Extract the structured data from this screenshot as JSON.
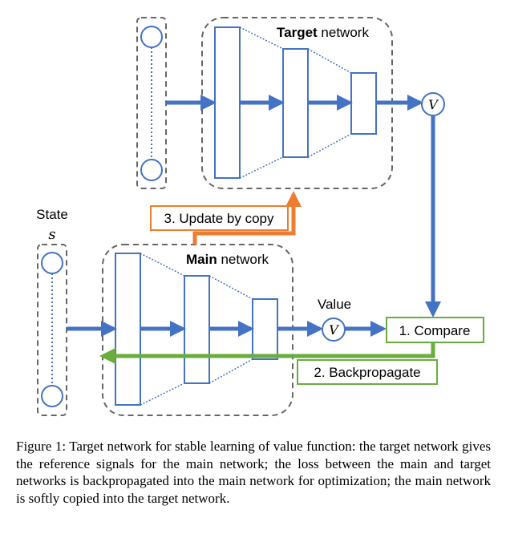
{
  "diagram": {
    "target_network": {
      "bold": "Target",
      "rest": " network"
    },
    "main_network": {
      "bold": "Main",
      "rest": " network"
    },
    "state_label": "State",
    "state_symbol": "s",
    "value_label": "Value",
    "v_symbol": "V",
    "step_compare": "1. Compare",
    "step_backprop": "2. Backpropagate",
    "step_update": "3. Update by copy"
  },
  "colors": {
    "blue": "#4472C4",
    "green": "#6AAD3C",
    "orange": "#ED7D31",
    "box": "#666666"
  },
  "caption": "Figure 1: Target network for stable learning of value function: the target network gives the reference signals for the main network; the loss between the main and target networks is backpropagated into the main network for optimization; the main network is softly copied into the target network."
}
